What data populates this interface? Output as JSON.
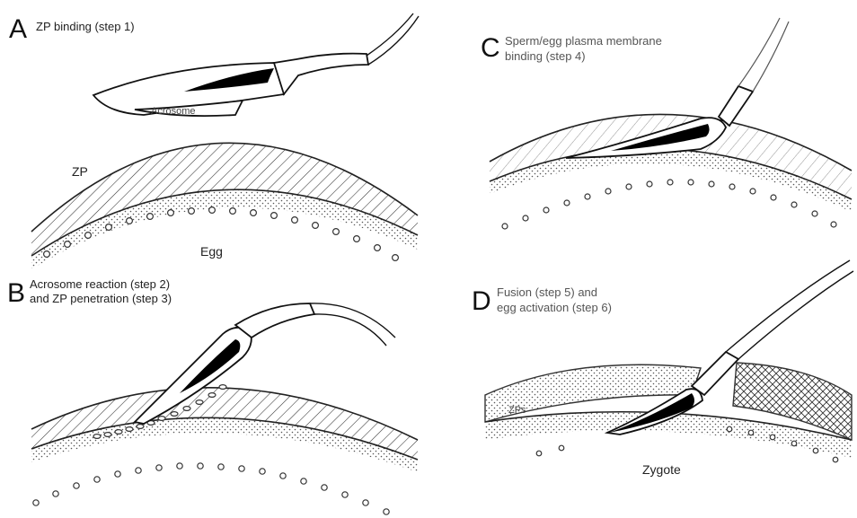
{
  "panels": [
    {
      "letter": "A",
      "caption_lines": [
        "ZP binding (step 1)"
      ],
      "zone_label": "ZP",
      "cell_label": "Egg",
      "acrosome_label": "Acrosome"
    },
    {
      "letter": "B",
      "caption_lines": [
        "Acrosome reaction (step 2)",
        "and ZP penetration (step 3)"
      ]
    },
    {
      "letter": "C",
      "caption_lines": [
        "Sperm/egg plasma membrane",
        "binding (step 4)"
      ]
    },
    {
      "letter": "D",
      "caption_lines": [
        "Fusion (step 5) and",
        "egg activation (step 6)"
      ],
      "zone_label": "ZPs",
      "cell_label": "Zygote"
    }
  ]
}
